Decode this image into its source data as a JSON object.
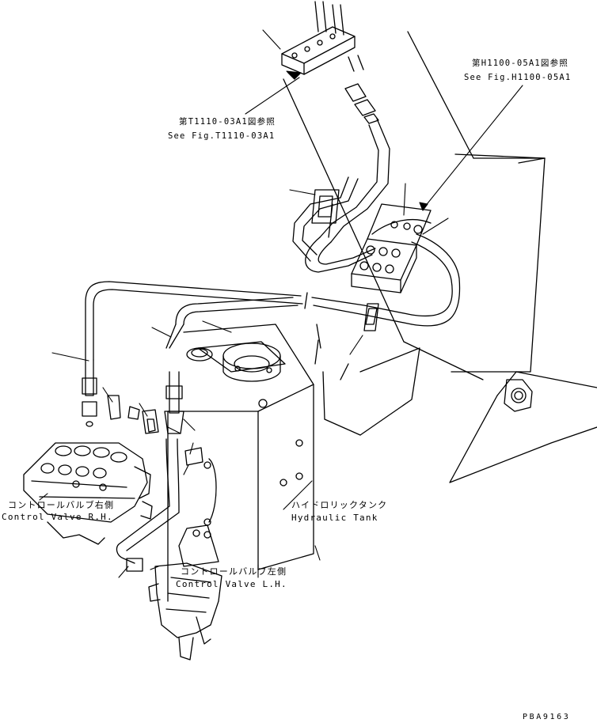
{
  "diagram": {
    "references": {
      "upper": {
        "jp": "第T1110-03A1図参照",
        "en": "See Fig.T1110-03A1"
      },
      "right": {
        "jp": "第H1100-05A1図参照",
        "en": "See Fig.H1100-05A1"
      }
    },
    "parts": {
      "control_valve_rh": {
        "jp": "コントロールバルブ右側",
        "en": "Control Valve R.H."
      },
      "control_valve_lh": {
        "jp": "コントロールバルブ左側",
        "en": "Control Valve L.H."
      },
      "hydraulic_tank": {
        "jp": "ハイドロリックタンク",
        "en": "Hydraulic Tank"
      }
    },
    "drawing_code": "PBA9163"
  }
}
